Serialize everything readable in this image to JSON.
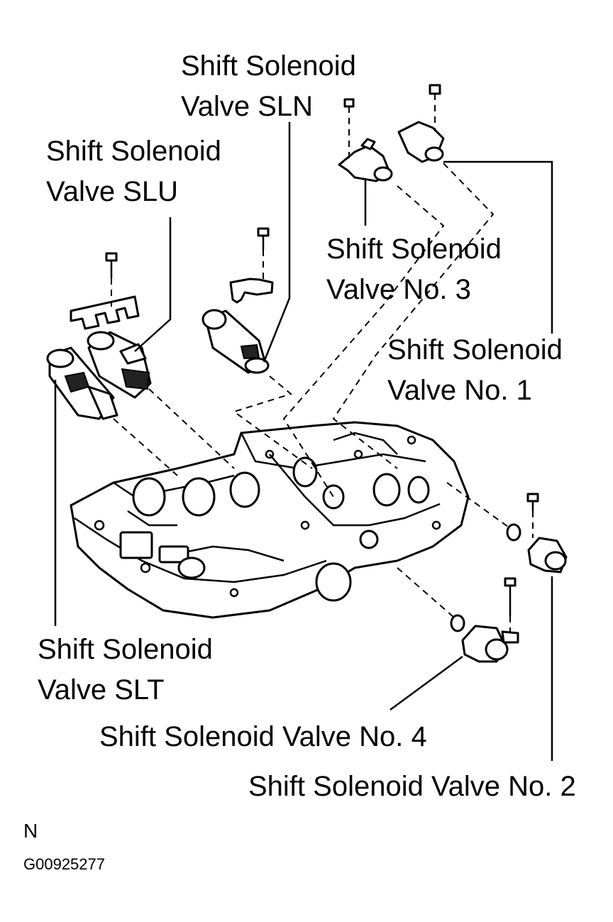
{
  "labels": {
    "sln": [
      "Shift Solenoid",
      "Valve SLN"
    ],
    "slu": [
      "Shift Solenoid",
      "Valve SLU"
    ],
    "no3": [
      "Shift Solenoid",
      "Valve No. 3"
    ],
    "no1": [
      "Shift Solenoid",
      "Valve No. 1"
    ],
    "slt": [
      "Shift Solenoid",
      "Valve SLT"
    ],
    "no4": "Shift Solenoid Valve No. 4",
    "no2": "Shift Solenoid Valve No. 2"
  },
  "footer": {
    "view": "N",
    "figure_code": "G00925277"
  }
}
